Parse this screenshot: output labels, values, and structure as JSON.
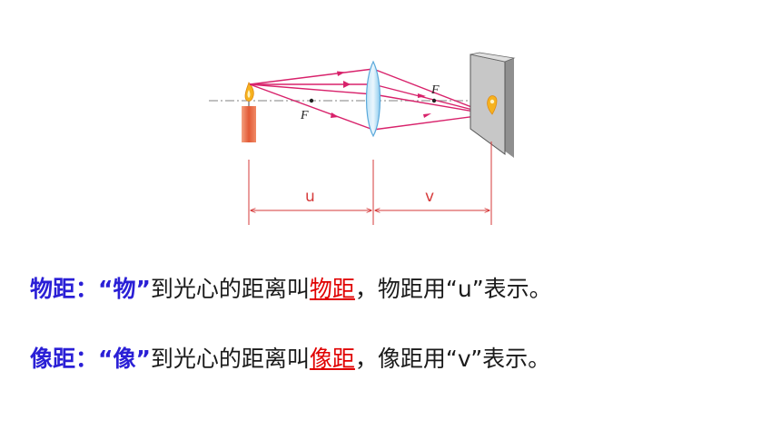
{
  "diagram": {
    "focal_left_label": "F",
    "focal_right_label": "F",
    "u_label": "u",
    "v_label": "v",
    "colors": {
      "ray": "#d8226b",
      "dim": "#d63a3a",
      "axis": "#9a9a9a",
      "lens": "#6db8e8",
      "candle": "#e86a4a",
      "flame": "#f6b21e",
      "screen": "#9a9a9a"
    }
  },
  "definitions": [
    {
      "term": "物距：",
      "quoted": "“物”",
      "middle": "到光心的距离叫",
      "answer": "物距",
      "tail": "，物距用“u”表示。"
    },
    {
      "term": "像距：",
      "quoted": "“像”",
      "middle": "到光心的距离叫",
      "answer": "像距",
      "tail": "，像距用“v”表示。"
    }
  ]
}
